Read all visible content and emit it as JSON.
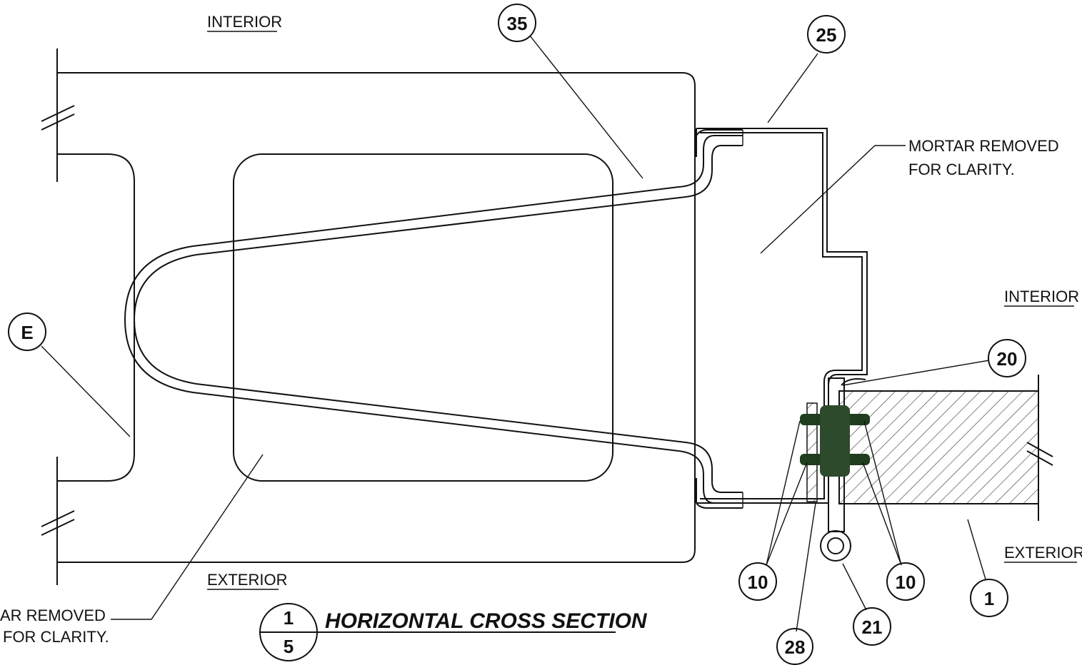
{
  "labels": {
    "interior_top": "INTERIOR",
    "exterior_bottom": "EXTERIOR",
    "interior_right": "INTERIOR",
    "exterior_right": "EXTERIOR",
    "mortar_right_line1": "MORTAR REMOVED",
    "mortar_right_line2": "FOR CLARITY.",
    "mortar_left_line1": "AR REMOVED",
    "mortar_left_line2": "FOR CLARITY."
  },
  "callouts": {
    "c35": "35",
    "c25": "25",
    "cE": "E",
    "c20": "20",
    "c10_left": "10",
    "c10_right": "10",
    "c1": "1",
    "c21": "21",
    "c28": "28"
  },
  "title": {
    "text": "HORIZONTAL CROSS SECTION",
    "detail_number": "1",
    "sheet_number": "5"
  },
  "colors": {
    "line": "#111111",
    "fastener": "#1f3d1f"
  }
}
